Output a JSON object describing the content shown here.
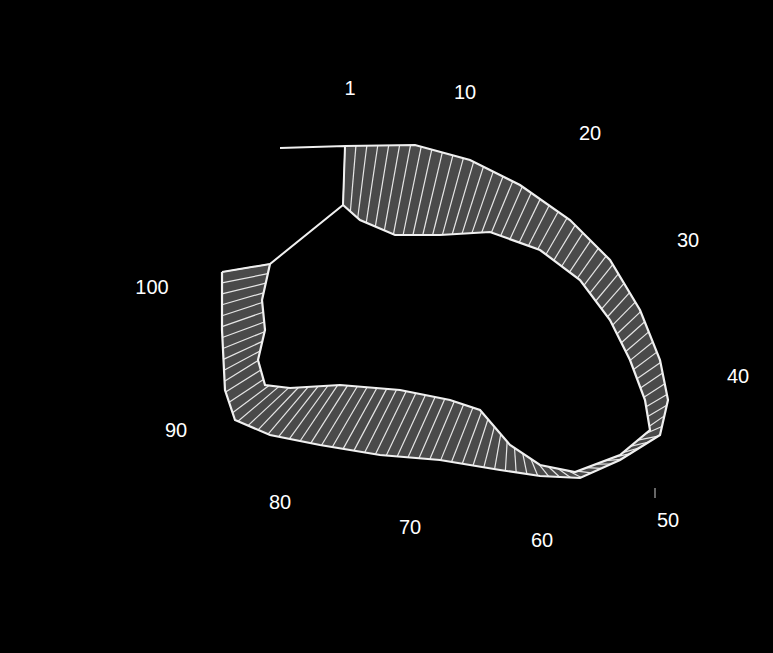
{
  "diagram": {
    "labels": [
      "1",
      "10",
      "20",
      "30",
      "40",
      "50",
      "60",
      "70",
      "80",
      "90",
      "100"
    ]
  }
}
